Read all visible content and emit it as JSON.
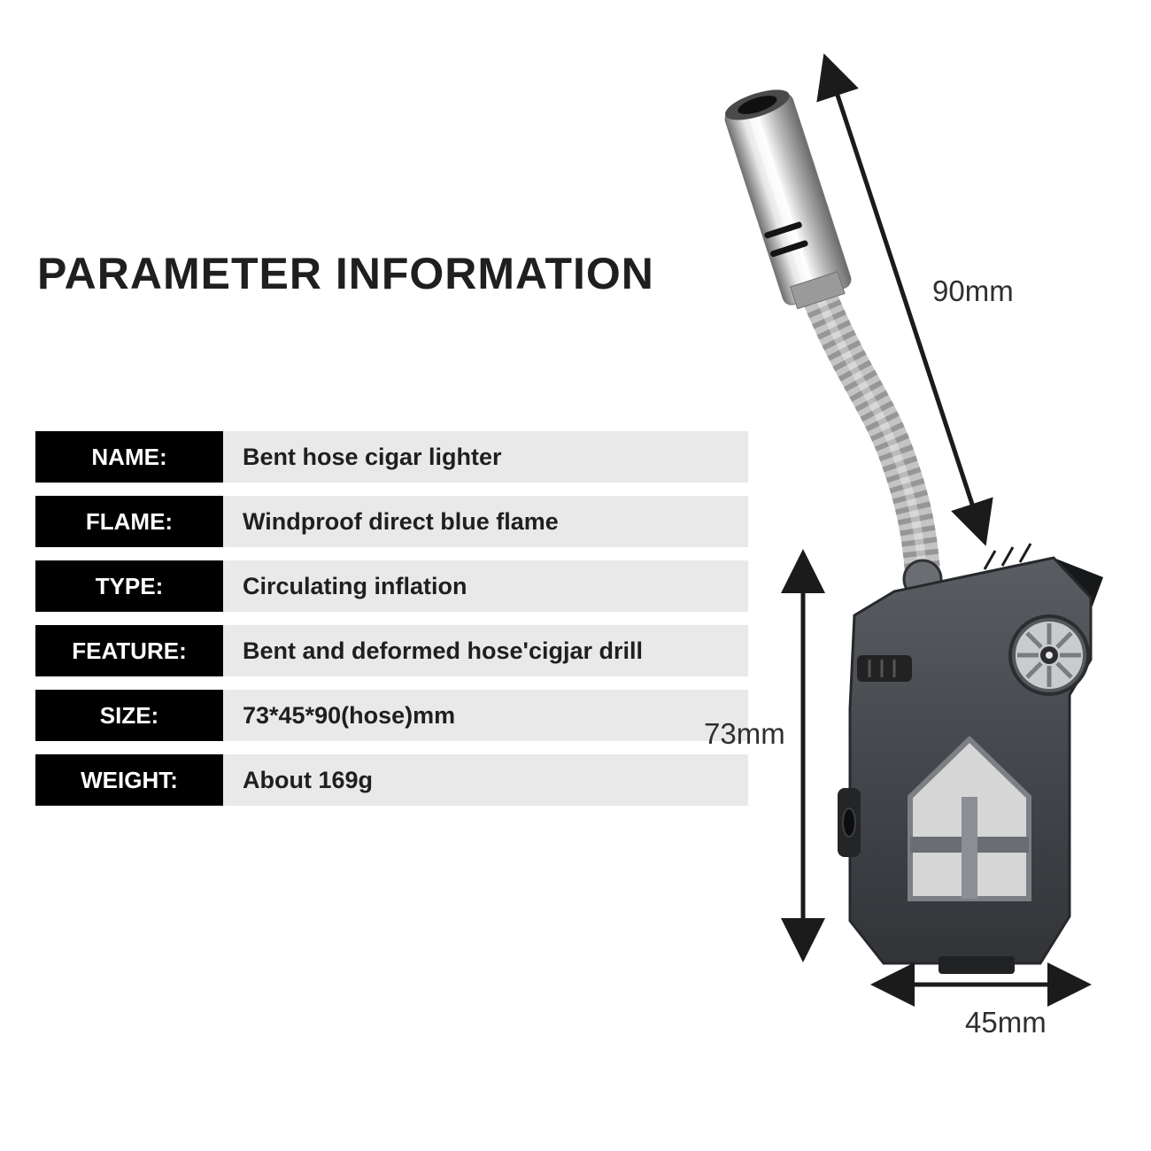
{
  "title": "PARAMETER INFORMATION",
  "spec_table": {
    "label_bg": "#000000",
    "label_color": "#ffffff",
    "value_bg": "#e9e9e9",
    "value_color": "#1f1f1f",
    "rows": [
      {
        "label": "NAME:",
        "value": "Bent hose cigar lighter"
      },
      {
        "label": "FLAME:",
        "value": "Windproof direct blue flame"
      },
      {
        "label": "TYPE:",
        "value": "Circulating inflation"
      },
      {
        "label": "FEATURE:",
        "value": "Bent and deformed hose'cigjar drill"
      },
      {
        "label": "SIZE:",
        "value": "73*45*90(hose)mm"
      },
      {
        "label": "WEIGHT:",
        "value": "About 169g"
      }
    ]
  },
  "dimensions": {
    "hose_length": "90mm",
    "body_height": "73mm",
    "body_width": "45mm"
  },
  "product": {
    "name": "Bent hose cigar lighter",
    "illustration": "angled metal nozzle, flexible coiled hose, dark angular lighter body with spark wheel and fuel window"
  }
}
